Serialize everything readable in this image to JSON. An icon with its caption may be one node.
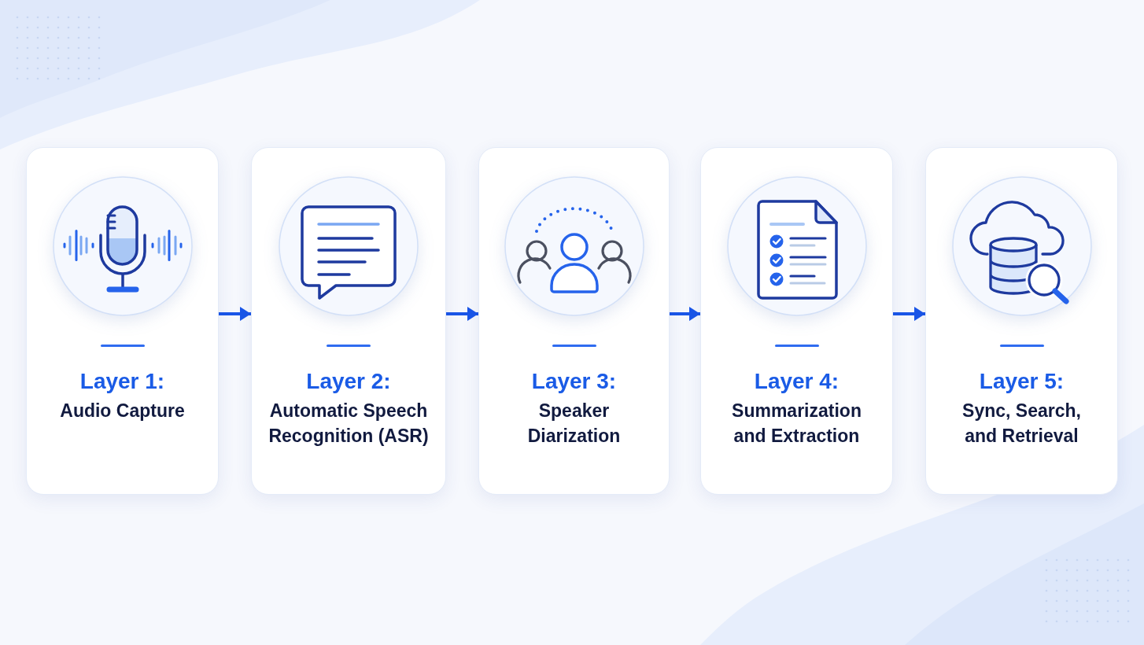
{
  "diagram": {
    "nodes": [
      {
        "text": [
          "Layer 1:",
          "Audio Capture"
        ]
      },
      {
        "text": [
          "Layer 2:",
          "Automatic Speech Recognition (ASR)"
        ]
      },
      {
        "text": [
          "Layer 3:",
          "Speaker Diarization"
        ]
      },
      {
        "text": [
          "Layer 4:",
          "Summarization and Extraction"
        ]
      },
      {
        "text": [
          "Layer 5:",
          "Sync, Search, and Retrieval"
        ]
      }
    ],
    "edges": [
      {
        "from": 0,
        "to": 1,
        "arrow": "to"
      },
      {
        "from": 1,
        "to": 2,
        "arrow": "to"
      },
      {
        "from": 2,
        "to": 3,
        "arrow": "to"
      },
      {
        "from": 3,
        "to": 4,
        "arrow": "to"
      }
    ]
  }
}
